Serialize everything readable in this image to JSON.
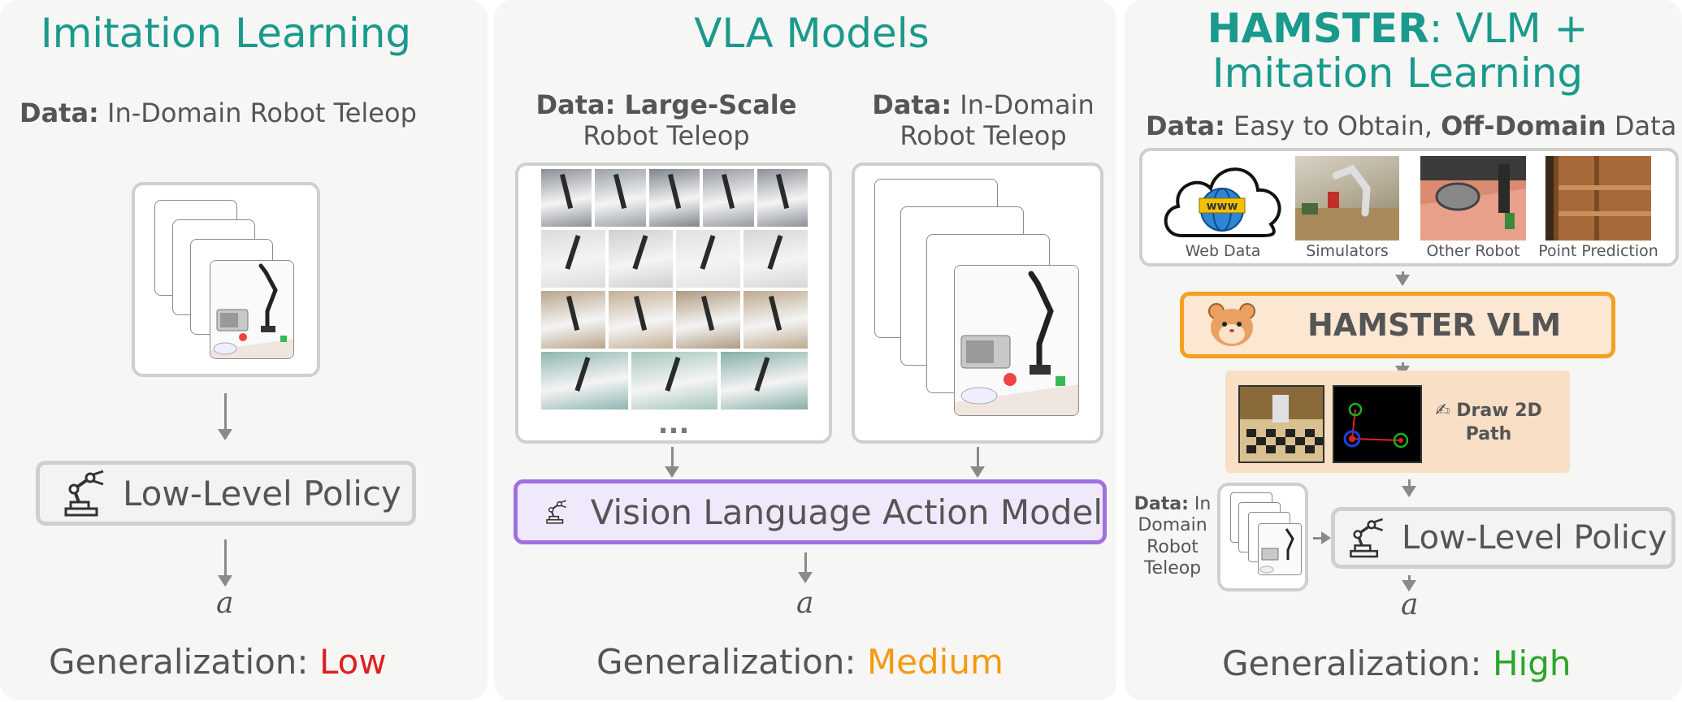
{
  "panel1": {
    "title": "Imitation Learning",
    "data_label": "Data:",
    "data_text": " In-Domain Robot Teleop",
    "policy_label": "Low-Level Policy",
    "action": "a",
    "gen_label": "Generalization: ",
    "gen_value": "Low",
    "gen_color": "#e02020"
  },
  "panel2": {
    "title": "VLA Models",
    "left_data_label": "Data: Large-Scale",
    "left_data_text": "Robot Teleop",
    "right_data_label": "Data:",
    "right_data_text_1": " In-Domain",
    "right_data_text_2": "Robot Teleop",
    "ellipsis": "...",
    "model_label": "Vision Language Action Model",
    "action": "a",
    "gen_label": "Generalization: ",
    "gen_value": "Medium",
    "gen_color": "#f59a10"
  },
  "panel3": {
    "title_bold": "HAMSTER",
    "title_rest": ": VLM +",
    "title_line2": "Imitation Learning",
    "data_label": "Data:",
    "data_text_1": " Easy to Obtain, ",
    "data_bold_2": "Off-Domain",
    "data_text_3": " Data",
    "sources": [
      "Web Data",
      "Simulators",
      "Other Robot",
      "Point Prediction"
    ],
    "web_text": "www",
    "vlm_label": "HAMSTER VLM",
    "draw_path_label": "✍ Draw 2D Path",
    "side_data_label": "Data:",
    "side_data_text": " In Domain Robot Teleop",
    "policy_label": "Low-Level Policy",
    "action": "a",
    "gen_label": "Generalization: ",
    "gen_value": "High",
    "gen_color": "#2aa52a"
  },
  "colors": {
    "title": "#1a9a8c",
    "vla_border": "#a070e0",
    "vla_fill": "#efe9fb",
    "vlm_border": "#f5a020",
    "vlm_fill": "#fbe7d2",
    "draw_fill": "#f8dfc5"
  }
}
